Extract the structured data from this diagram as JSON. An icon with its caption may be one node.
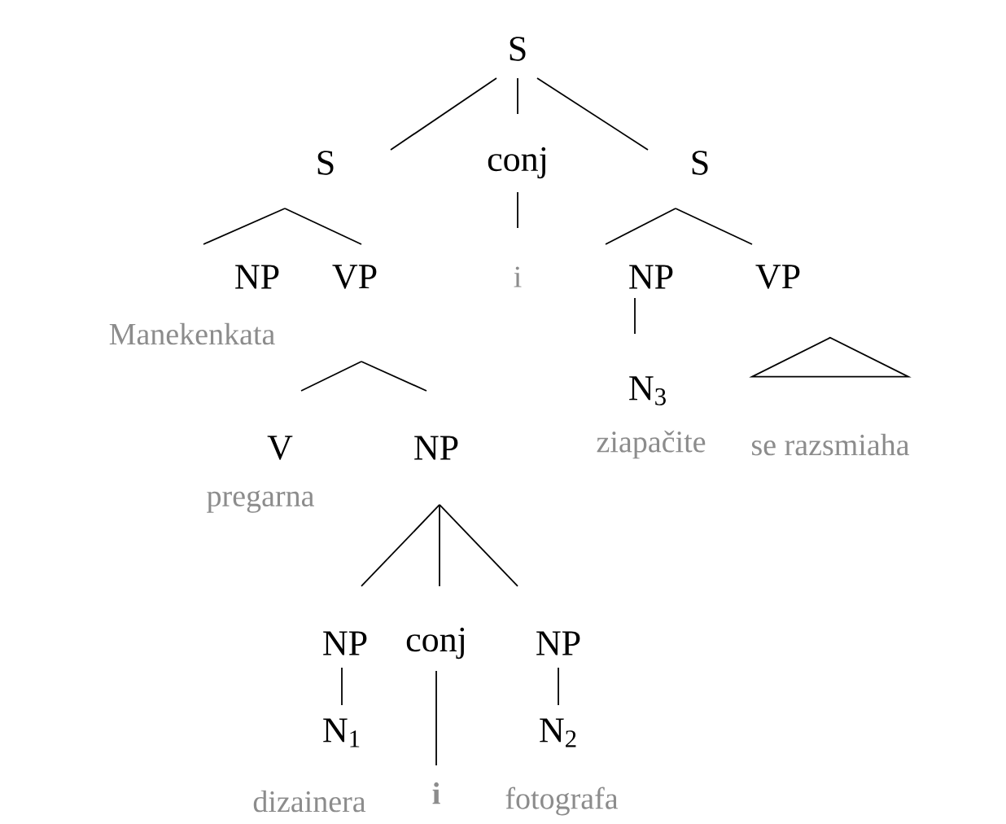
{
  "diagram": {
    "nodes": [
      {
        "text": [
          "S"
        ]
      },
      {
        "text": [
          "S"
        ]
      },
      {
        "text": [
          "conj"
        ]
      },
      {
        "text": [
          "S"
        ]
      },
      {
        "text": [
          "NP"
        ],
        "beside": [
          "Manekenkata"
        ]
      },
      {
        "text": [
          "VP"
        ]
      },
      {
        "text": [
          "i"
        ]
      },
      {
        "text": [
          "NP"
        ]
      },
      {
        "text": [
          "VP"
        ]
      },
      {
        "text": [
          "N$_{3}$"
        ],
        "beside": [
          "ziapačite"
        ]
      },
      {
        "text": [],
        "shape": "triangle",
        "beside": [
          "se razsmiaha"
        ]
      },
      {
        "text": [
          "V"
        ],
        "beside": [
          "pregarna"
        ]
      },
      {
        "text": [
          "NP"
        ]
      },
      {
        "text": [
          "NP"
        ]
      },
      {
        "text": [
          "conj"
        ]
      },
      {
        "text": [
          "NP"
        ]
      },
      {
        "text": [
          "N$_{1}$"
        ],
        "beside": [
          "dizainera"
        ]
      },
      {
        "text": [
          "i"
        ]
      },
      {
        "text": [
          "N$_{2}$"
        ],
        "beside": [
          "fotografa"
        ]
      }
    ],
    "edges": [
      {
        "from": 0,
        "to": 1,
        "arrow": "none"
      },
      {
        "from": 0,
        "to": 2,
        "arrow": "none"
      },
      {
        "from": 0,
        "to": 3,
        "arrow": "none"
      },
      {
        "from": 1,
        "to": 4,
        "arrow": "none"
      },
      {
        "from": 1,
        "to": 5,
        "arrow": "none"
      },
      {
        "from": 2,
        "to": 6,
        "arrow": "none"
      },
      {
        "from": 3,
        "to": 7,
        "arrow": "none"
      },
      {
        "from": 3,
        "to": 8,
        "arrow": "none"
      },
      {
        "from": 7,
        "to": 9,
        "arrow": "none"
      },
      {
        "from": 5,
        "to": 11,
        "arrow": "none"
      },
      {
        "from": 5,
        "to": 12,
        "arrow": "none"
      },
      {
        "from": 12,
        "to": 13,
        "arrow": "none"
      },
      {
        "from": 12,
        "to": 14,
        "arrow": "none"
      },
      {
        "from": 12,
        "to": 15,
        "arrow": "none"
      },
      {
        "from": 13,
        "to": 16,
        "arrow": "none"
      },
      {
        "from": 14,
        "to": 17,
        "arrow": "none"
      },
      {
        "from": 15,
        "to": 18,
        "arrow": "none"
      }
    ]
  }
}
